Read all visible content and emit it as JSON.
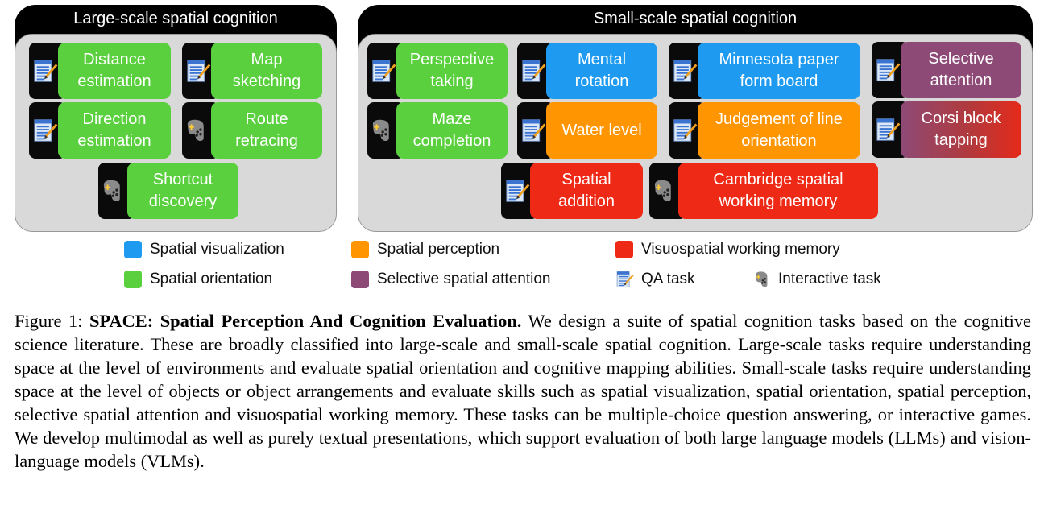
{
  "large_panel": {
    "title": "Large-scale spatial cognition",
    "tasks": [
      {
        "label": "Distance\nestimation",
        "kind": "qa",
        "category": "Spatial orientation"
      },
      {
        "label": "Map\nsketching",
        "kind": "qa",
        "category": "Spatial orientation"
      },
      {
        "label": "Direction\nestimation",
        "kind": "qa",
        "category": "Spatial orientation"
      },
      {
        "label": "Route\nretracing",
        "kind": "interactive",
        "category": "Spatial orientation"
      },
      {
        "label": "Shortcut\ndiscovery",
        "kind": "interactive",
        "category": "Spatial orientation"
      }
    ]
  },
  "small_panel": {
    "title": "Small-scale spatial cognition",
    "tasks": [
      {
        "label": "Perspective\ntaking",
        "kind": "qa",
        "category": "Spatial orientation"
      },
      {
        "label": "Mental\nrotation",
        "kind": "qa",
        "category": "Spatial visualization"
      },
      {
        "label": "Minnesota paper\nform board",
        "kind": "qa",
        "category": "Spatial visualization"
      },
      {
        "label": "Selective\nattention",
        "kind": "qa",
        "category": "Selective spatial attention"
      },
      {
        "label": "Maze\ncompletion",
        "kind": "interactive",
        "category": "Spatial orientation"
      },
      {
        "label": "Water level",
        "kind": "qa",
        "category": "Spatial perception"
      },
      {
        "label": "Judgement of line\norientation",
        "kind": "qa",
        "category": "Spatial perception"
      },
      {
        "label": "Corsi block\ntapping",
        "kind": "qa",
        "category": "Selective spatial attention / Visuospatial working memory"
      },
      {
        "label": "Spatial\naddition",
        "kind": "qa",
        "category": "Visuospatial working memory"
      },
      {
        "label": "Cambridge spatial\nworking memory",
        "kind": "interactive",
        "category": "Visuospatial working memory"
      }
    ]
  },
  "legend": {
    "spatial_visualization": "Spatial visualization",
    "spatial_perception": "Spatial perception",
    "visuospatial_wm": "Visuospatial working memory",
    "spatial_orientation": "Spatial orientation",
    "selective_attention": "Selective spatial attention",
    "qa_task": "QA task",
    "interactive_task": "Interactive task"
  },
  "colors": {
    "spatial_visualization": "#1e9bf0",
    "spatial_perception": "#ff9500",
    "visuospatial_wm": "#ee2a16",
    "spatial_orientation": "#5ad03f",
    "selective_attention": "#8e4a76"
  },
  "icons": {
    "qa": "document-pencil-icon",
    "interactive": "gamepad-icon"
  },
  "caption": {
    "label": "Figure 1:",
    "bold": "SPACE: Spatial Perception And Cognition Evaluation.",
    "text": "We design a suite of spatial cognition tasks based on the cognitive science literature. These are broadly classified into large-scale and small-scale spatial cognition. Large-scale tasks require understanding space at the level of environments and evaluate spatial orientation and cognitive mapping abilities. Small-scale tasks require understanding space at the level of objects or object arrangements and evaluate skills such as spatial visualization, spatial orientation, spatial perception, selective spatial attention and visuospatial working memory. These tasks can be multiple-choice question answering, or interactive games. We develop multimodal as well as purely textual presentations, which support evaluation of both large language models (LLMs) and vision-language models (VLMs)."
  }
}
